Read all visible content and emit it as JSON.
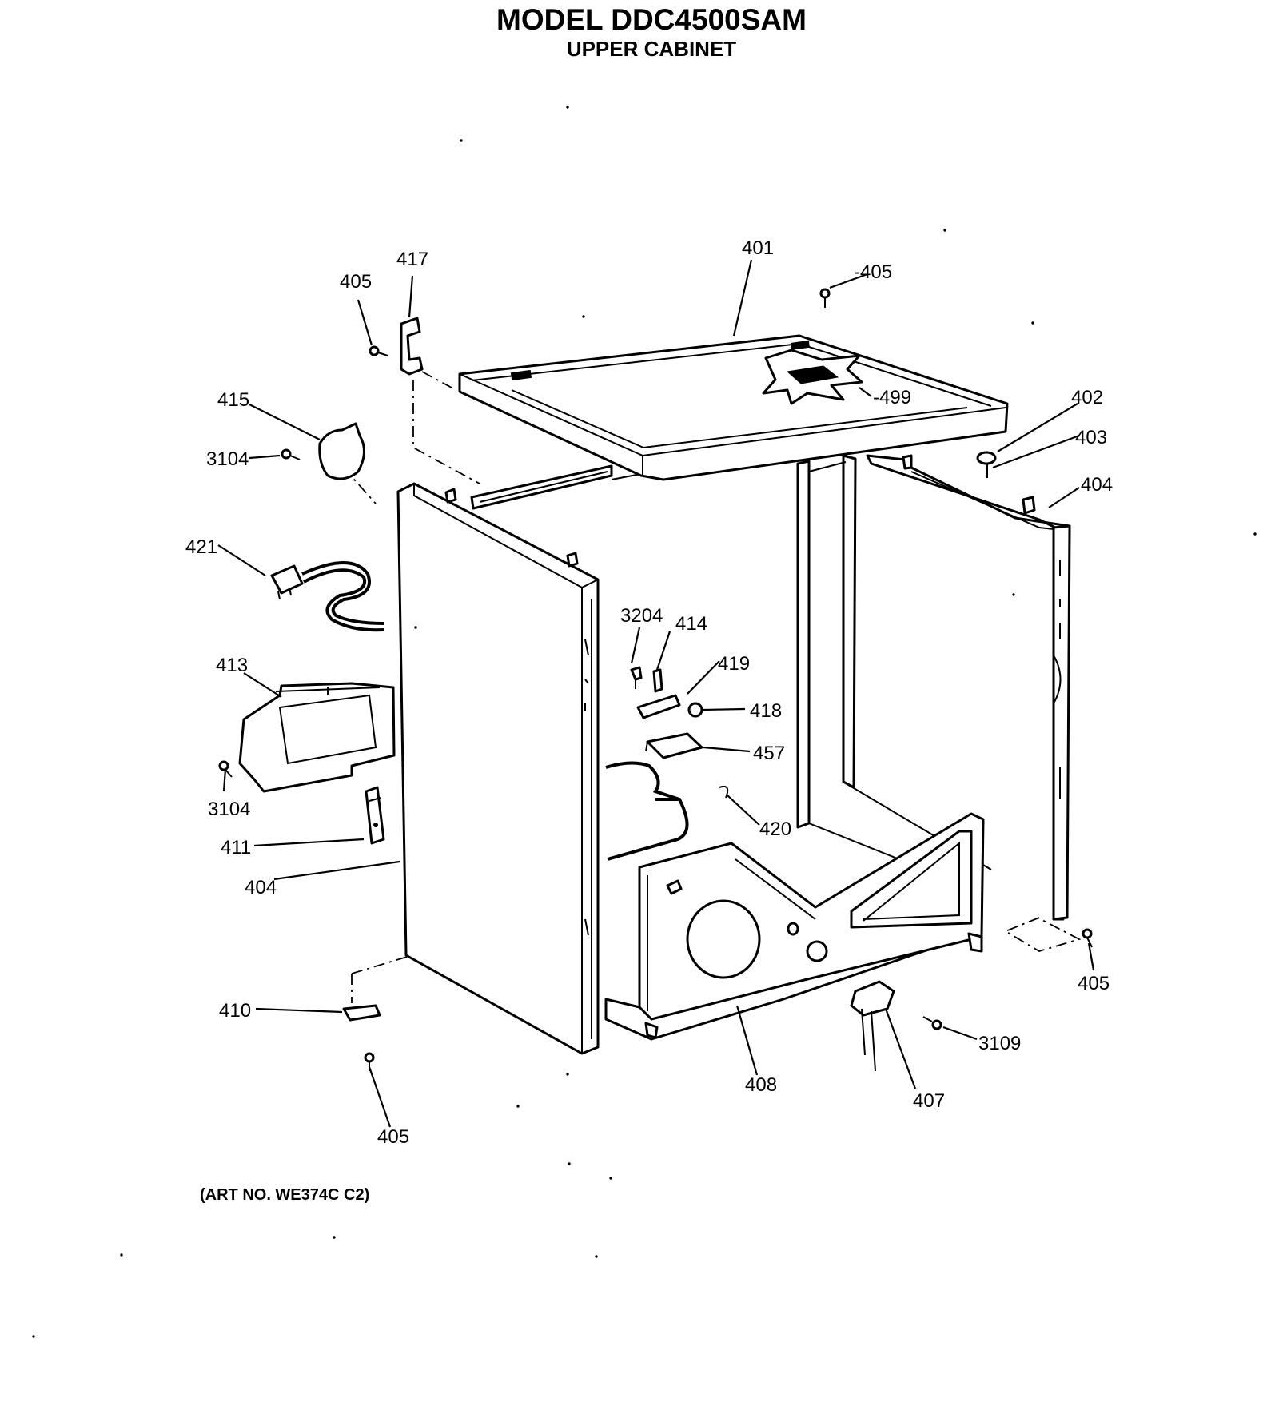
{
  "header": {
    "title": "MODEL DDC4500SAM",
    "subtitle": "UPPER CABINET"
  },
  "footer": {
    "art_number": "(ART NO. WE374C C2)"
  },
  "callouts": {
    "c401": "401",
    "c405_top_right": "-405",
    "c417": "417",
    "c405_top_left": "405",
    "c499": "-499",
    "c415": "415",
    "c3104_upper": "3104",
    "c402": "402",
    "c403": "403",
    "c404_right": "404",
    "c421": "421",
    "c3204": "3204",
    "c414": "414",
    "c419": "419",
    "c418": "418",
    "c413": "413",
    "c457": "457",
    "c3104_lower": "3104",
    "c420": "420",
    "c411": "411",
    "c404_left": "404",
    "c405_bottom_right": "405",
    "c410": "410",
    "c3109": "3109",
    "c408": "408",
    "c407": "407",
    "c405_bottom": "405"
  }
}
